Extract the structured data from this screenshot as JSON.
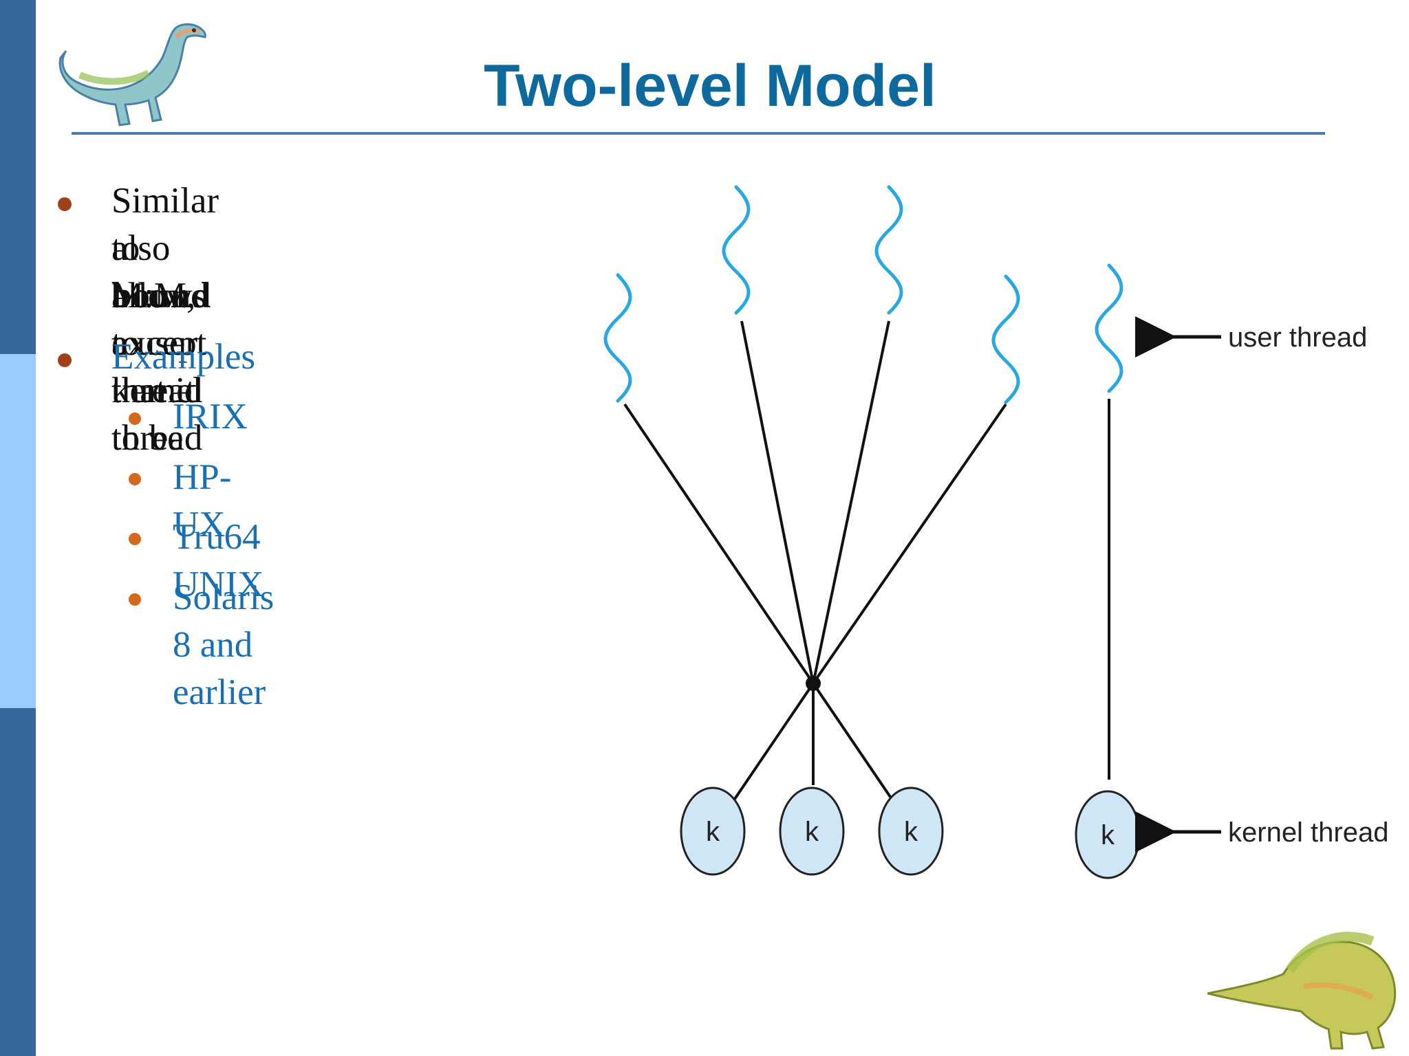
{
  "slide": {
    "title": "Two-level Model"
  },
  "bullets": {
    "item1": {
      "line1": "Similar to M:M, except that it",
      "line2": "also allows a user thread to be",
      "line3_bold": "bound",
      "line3_rest": " to kernel thread"
    },
    "item2": {
      "label": "Examples",
      "subitems": [
        "IRIX",
        "HP-UX",
        "Tru64 UNIX",
        "Solaris 8 and earlier"
      ]
    }
  },
  "diagram": {
    "user_thread_label": "user thread",
    "kernel_thread_label": "kernel thread",
    "kernel_node_label": "k",
    "colors": {
      "thread_wave": "#29a8e0",
      "kernel_fill": "#cfe6f7",
      "line": "#111111",
      "sidebar_dark": "#336699",
      "sidebar_light": "#99ccff",
      "title": "#0e6a9d"
    }
  }
}
